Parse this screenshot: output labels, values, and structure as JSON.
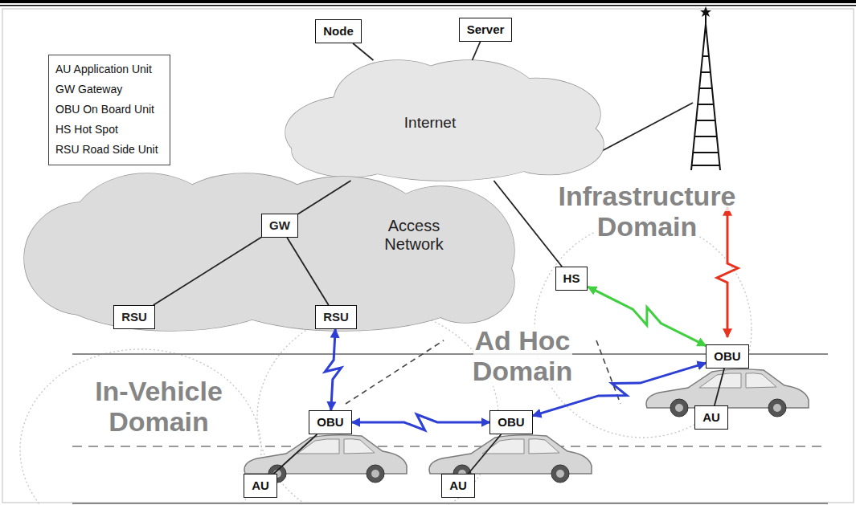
{
  "diagram": {
    "nodes": [
      {
        "text": [
          "Node"
        ]
      },
      {
        "text": [
          "Server"
        ]
      },
      {
        "text": [
          "Internet"
        ]
      },
      {
        "text": [
          "Access Network"
        ]
      },
      {
        "text": [
          "GW"
        ],
        "in": 3
      },
      {
        "text": [
          "RSU"
        ],
        "in": 3
      },
      {
        "text": [
          "RSU"
        ],
        "in": 3
      },
      {
        "text": [
          "HS"
        ]
      },
      {
        "text": [
          "OBU"
        ]
      },
      {
        "text": [
          "OBU"
        ]
      },
      {
        "text": [
          "OBU"
        ]
      },
      {
        "text": [
          "AU"
        ]
      },
      {
        "text": [
          "AU"
        ]
      },
      {
        "text": [
          "AU"
        ]
      }
    ],
    "edges": [
      {
        "from": 0,
        "to": 2,
        "arrow": "none"
      },
      {
        "from": 1,
        "to": 2,
        "arrow": "none"
      },
      {
        "from": 2,
        "to": 4,
        "arrow": "none"
      },
      {
        "from": 4,
        "to": 5,
        "arrow": "none"
      },
      {
        "from": 4,
        "to": 6,
        "arrow": "none"
      },
      {
        "from": 2,
        "to": 7,
        "arrow": "none"
      },
      {
        "from": 6,
        "to": 9,
        "arrow": "both"
      },
      {
        "from": 9,
        "to": 10,
        "arrow": "both"
      },
      {
        "from": 10,
        "to": 8,
        "arrow": "both"
      },
      {
        "from": 7,
        "to": 8,
        "arrow": "both"
      },
      {
        "from": 8,
        "to": 11,
        "arrow": "none"
      },
      {
        "from": 9,
        "to": 12,
        "arrow": "none"
      },
      {
        "from": 10,
        "to": 13,
        "arrow": "none"
      }
    ],
    "labels": [
      "Infrastructure Domain",
      "Ad Hoc Domain",
      "In-Vehicle Domain"
    ],
    "legend": [
      {
        "text": "AU Application Unit"
      },
      {
        "text": "GW Gateway"
      },
      {
        "text": "OBU On Board Unit"
      },
      {
        "text": "HS Hot Spot"
      },
      {
        "text": "RSU Road Side Unit"
      }
    ]
  }
}
